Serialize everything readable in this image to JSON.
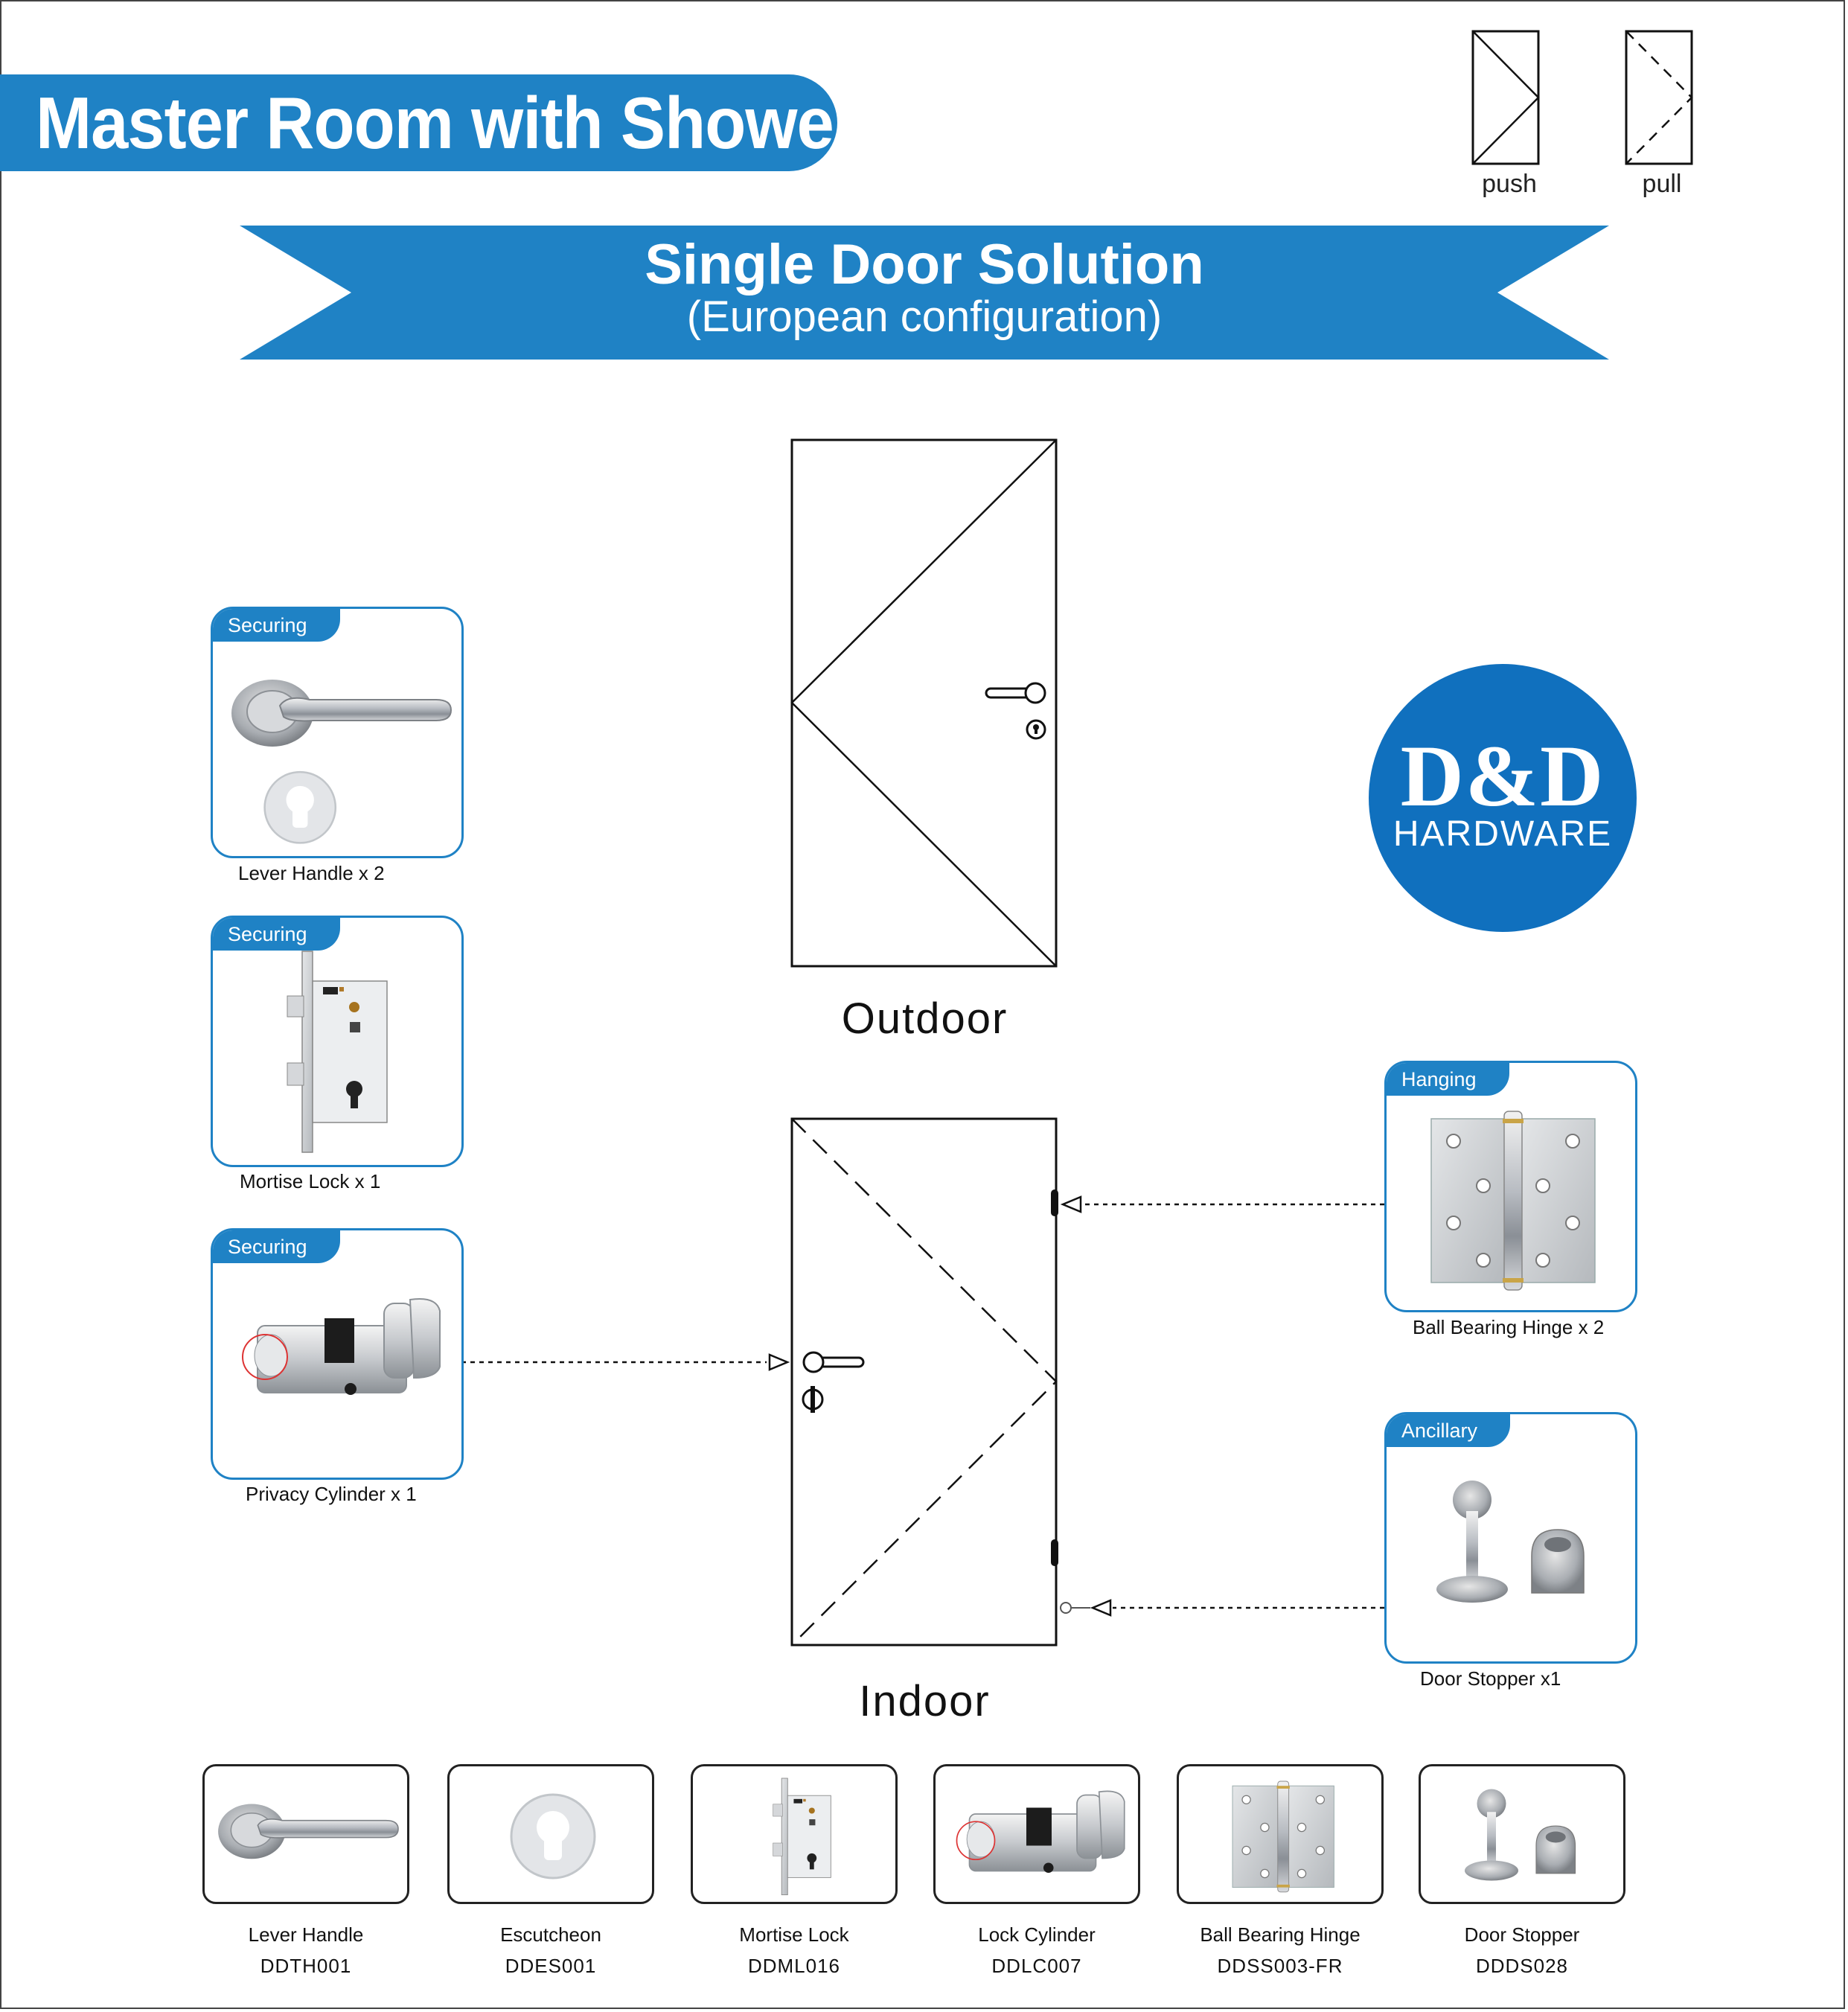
{
  "header": {
    "title": "Master Room with Shower",
    "banner_color": "#1f82c5"
  },
  "legend": {
    "push_label": "push",
    "pull_label": "pull"
  },
  "ribbon": {
    "title": "Single Door Solution",
    "subtitle": "(European configuration)"
  },
  "doors": {
    "outdoor_label": "Outdoor",
    "indoor_label": "Indoor"
  },
  "logo": {
    "main": "D&D",
    "sub": "HARDWARE",
    "color": "#1070be"
  },
  "left_cards": [
    {
      "tag": "Securing",
      "caption": "Lever Handle x 2",
      "icon": "lever-handle-icon"
    },
    {
      "tag": "Securing",
      "caption": "Mortise Lock x 1",
      "icon": "mortise-lock-icon"
    },
    {
      "tag": "Securing",
      "caption": "Privacy Cylinder x 1",
      "icon": "privacy-cylinder-icon"
    }
  ],
  "right_cards": [
    {
      "tag": "Hanging",
      "caption": "Ball Bearing Hinge x 2",
      "icon": "hinge-icon"
    },
    {
      "tag": "Ancillary",
      "caption": "Door Stopper x1",
      "icon": "door-stopper-icon"
    }
  ],
  "products": [
    {
      "name": "Lever Handle",
      "code": "DDTH001",
      "icon": "lever-handle-icon"
    },
    {
      "name": "Escutcheon",
      "code": "DDES001",
      "icon": "escutcheon-icon"
    },
    {
      "name": "Mortise Lock",
      "code": "DDML016",
      "icon": "mortise-lock-icon"
    },
    {
      "name": "Lock Cylinder",
      "code": "DDLC007",
      "icon": "lock-cylinder-icon"
    },
    {
      "name": "Ball Bearing Hinge",
      "code": "DDSS003-FR",
      "icon": "hinge-icon"
    },
    {
      "name": "Door Stopper",
      "code": "DDDS028",
      "icon": "door-stopper-icon"
    }
  ]
}
